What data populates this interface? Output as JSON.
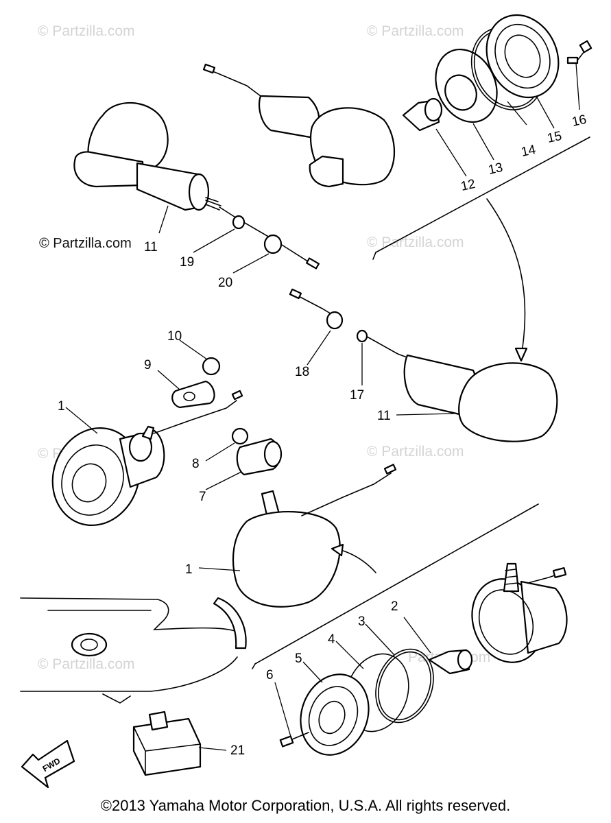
{
  "watermarks": {
    "primary": "© Partzilla.com",
    "faint": "© Partzilla.com",
    "faint_short": "Partzilla.com"
  },
  "callouts": {
    "c1a": "1",
    "c1b": "1",
    "c2": "2",
    "c3": "3",
    "c4": "4",
    "c5": "5",
    "c6": "6",
    "c7": "7",
    "c8": "8",
    "c9": "9",
    "c10": "10",
    "c11a": "11",
    "c11b": "11",
    "c12": "12",
    "c13": "13",
    "c14": "14",
    "c15": "15",
    "c16": "16",
    "c17": "17",
    "c18": "18",
    "c19": "19",
    "c20": "20",
    "c21": "21"
  },
  "fwd_label": "FWD",
  "copyright": "©2013 Yamaha Motor Corporation, U.S.A. All rights reserved."
}
